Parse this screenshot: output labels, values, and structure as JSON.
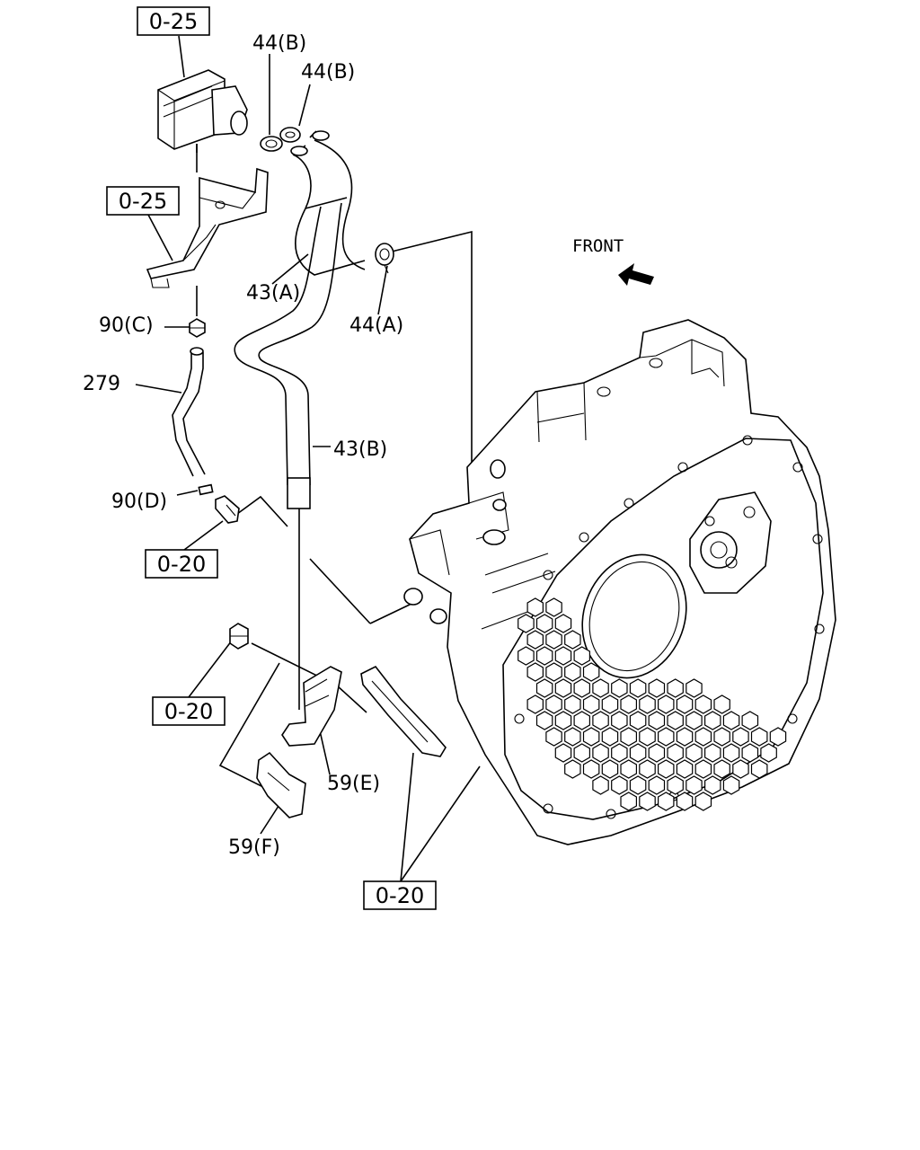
{
  "diagram": {
    "front_label": "FRONT",
    "refs": {
      "top": "0-25",
      "bracket": "0-25",
      "left_clamp": "0-20",
      "bolt": "0-20",
      "bottom": "0-20"
    },
    "parts": {
      "p44b_1": "44(B)",
      "p44b_2": "44(B)",
      "p43a": "43(A)",
      "p44a": "44(A)",
      "p90c": "90(C)",
      "p279": "279",
      "p43b": "43(B)",
      "p90d": "90(D)",
      "p59e": "59(E)",
      "p59f": "59(F)"
    }
  }
}
